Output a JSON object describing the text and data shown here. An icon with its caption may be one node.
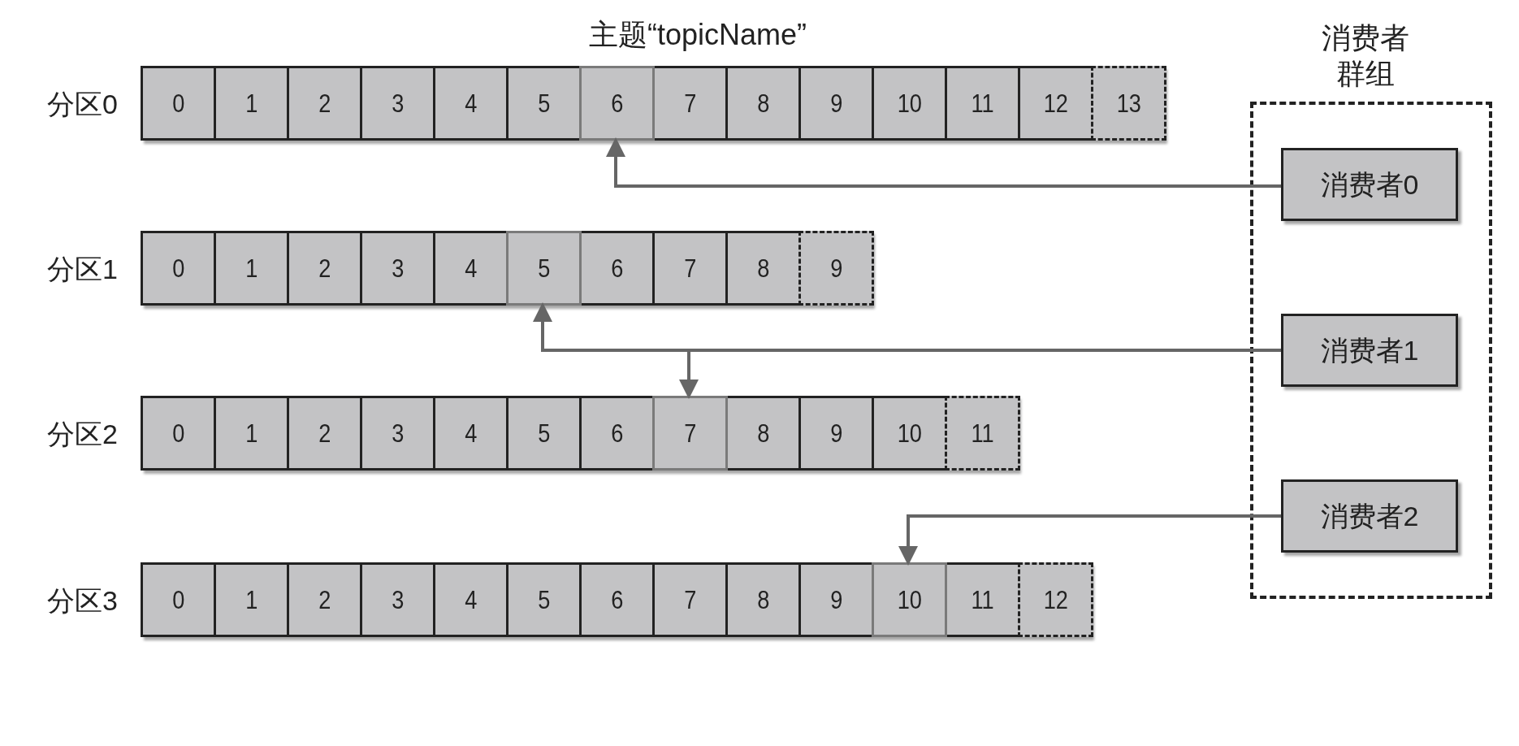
{
  "diagram": {
    "title": "主题“topicName”",
    "nodes": [
      {
        "text": [
          "分区0"
        ]
      },
      {
        "text": [
          "0"
        ],
        "in": 0
      },
      {
        "text": [
          "1"
        ],
        "in": 0
      },
      {
        "text": [
          "2"
        ],
        "in": 0
      },
      {
        "text": [
          "3"
        ],
        "in": 0
      },
      {
        "text": [
          "4"
        ],
        "in": 0
      },
      {
        "text": [
          "5"
        ],
        "in": 0
      },
      {
        "text": [
          "6"
        ],
        "in": 0
      },
      {
        "text": [
          "7"
        ],
        "in": 0
      },
      {
        "text": [
          "8"
        ],
        "in": 0
      },
      {
        "text": [
          "9"
        ],
        "in": 0
      },
      {
        "text": [
          "10"
        ],
        "in": 0
      },
      {
        "text": [
          "11"
        ],
        "in": 0
      },
      {
        "text": [
          "12"
        ],
        "in": 0
      },
      {
        "text": [
          "13"
        ],
        "in": 0
      },
      {
        "text": [
          "分区1"
        ]
      },
      {
        "text": [
          "0"
        ],
        "in": 15
      },
      {
        "text": [
          "1"
        ],
        "in": 15
      },
      {
        "text": [
          "2"
        ],
        "in": 15
      },
      {
        "text": [
          "3"
        ],
        "in": 15
      },
      {
        "text": [
          "4"
        ],
        "in": 15
      },
      {
        "text": [
          "5"
        ],
        "in": 15
      },
      {
        "text": [
          "6"
        ],
        "in": 15
      },
      {
        "text": [
          "7"
        ],
        "in": 15
      },
      {
        "text": [
          "8"
        ],
        "in": 15
      },
      {
        "text": [
          "9"
        ],
        "in": 15
      },
      {
        "text": [
          "分区2"
        ]
      },
      {
        "text": [
          "0"
        ],
        "in": 26
      },
      {
        "text": [
          "1"
        ],
        "in": 26
      },
      {
        "text": [
          "2"
        ],
        "in": 26
      },
      {
        "text": [
          "3"
        ],
        "in": 26
      },
      {
        "text": [
          "4"
        ],
        "in": 26
      },
      {
        "text": [
          "5"
        ],
        "in": 26
      },
      {
        "text": [
          "6"
        ],
        "in": 26
      },
      {
        "text": [
          "7"
        ],
        "in": 26
      },
      {
        "text": [
          "8"
        ],
        "in": 26
      },
      {
        "text": [
          "9"
        ],
        "in": 26
      },
      {
        "text": [
          "10"
        ],
        "in": 26
      },
      {
        "text": [
          "11"
        ],
        "in": 26
      },
      {
        "text": [
          "分区3"
        ]
      },
      {
        "text": [
          "0"
        ],
        "in": 39
      },
      {
        "text": [
          "1"
        ],
        "in": 39
      },
      {
        "text": [
          "2"
        ],
        "in": 39
      },
      {
        "text": [
          "3"
        ],
        "in": 39
      },
      {
        "text": [
          "4"
        ],
        "in": 39
      },
      {
        "text": [
          "5"
        ],
        "in": 39
      },
      {
        "text": [
          "6"
        ],
        "in": 39
      },
      {
        "text": [
          "7"
        ],
        "in": 39
      },
      {
        "text": [
          "8"
        ],
        "in": 39
      },
      {
        "text": [
          "9"
        ],
        "in": 39
      },
      {
        "text": [
          "10"
        ],
        "in": 39
      },
      {
        "text": [
          "11"
        ],
        "in": 39
      },
      {
        "text": [
          "12"
        ],
        "in": 39
      },
      {
        "text": [
          "消费者群组"
        ]
      },
      {
        "text": [
          "消费者0"
        ],
        "in": 53
      },
      {
        "text": [
          "消费者1"
        ],
        "in": 53
      },
      {
        "text": [
          "消费者2"
        ],
        "in": 53
      }
    ],
    "edges": [
      {
        "from": 54,
        "to": 7,
        "arrow": "to"
      },
      {
        "from": 55,
        "to": 21,
        "arrow": "to"
      },
      {
        "from": 55,
        "to": 34,
        "arrow": "to"
      },
      {
        "from": 56,
        "to": 50,
        "arrow": "to"
      }
    ]
  }
}
